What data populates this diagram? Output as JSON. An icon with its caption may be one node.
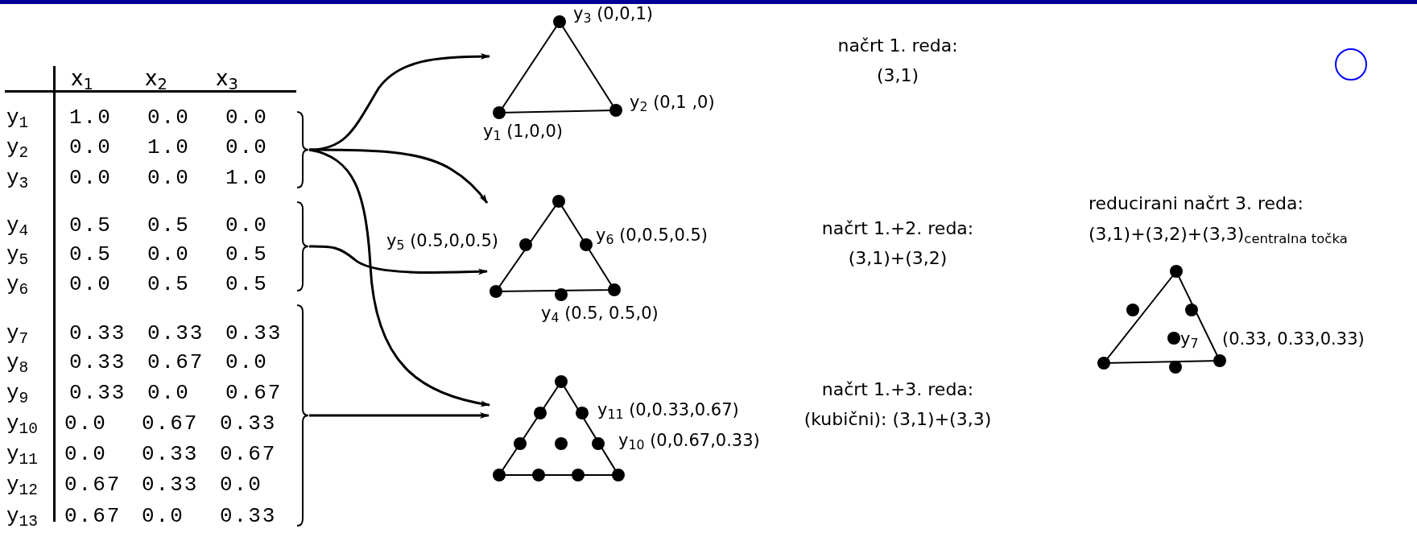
{
  "diagram": {
    "nodes": [
      {
        "text": [],
        "shape": "brace"
      },
      {
        "text": [],
        "shape": "brace"
      },
      {
        "text": [],
        "shape": "brace"
      },
      {
        "text": [],
        "shape": "triangle"
      },
      {
        "text": [],
        "shape": "triangle"
      },
      {
        "text": [],
        "shape": "triangle"
      },
      {
        "text": [],
        "shape": "triangle"
      }
    ],
    "edges": [
      {
        "from": 0,
        "to": 3,
        "arrow": "to"
      },
      {
        "from": 0,
        "to": 4,
        "arrow": "to"
      },
      {
        "from": 0,
        "to": 5,
        "arrow": "to"
      },
      {
        "from": 1,
        "to": 4,
        "arrow": "to"
      },
      {
        "from": 2,
        "to": 5,
        "arrow": "to"
      }
    ],
    "labels": [
      "x$_{1}$",
      "x$_{2}$",
      "x$_{3}$",
      "y$_{1}$",
      "1.0",
      "0.0",
      "0.0",
      "y$_{2}$",
      "0.0",
      "1.0",
      "0.0",
      "y$_{3}$",
      "0.0",
      "0.0",
      "1.0",
      "y$_{4}$",
      "0.5",
      "0.5",
      "0.0",
      "y$_{5}$",
      "0.5",
      "0.0",
      "0.5",
      "y$_{6}$",
      "0.0",
      "0.5",
      "0.5",
      "y$_{7}$",
      "0.33",
      "0.33",
      "0.33",
      "y$_{8}$",
      "0.33",
      "0.67",
      "0.0",
      "y$_{9}$",
      "0.33",
      "0.0",
      "0.67",
      "y$_{10}$",
      "0.0",
      "0.67",
      "0.33",
      "y$_{11}$",
      "0.0",
      "0.33",
      "0.67",
      "y$_{12}$",
      "0.67",
      "0.33",
      "0.0",
      "y$_{13}$",
      "0.67",
      "0.0",
      "0.33",
      "y$_{3}$ (0,0,1)",
      "y$_{2}$ (0,1 ,0)",
      "y$_{1}$ (1,0,0)",
      "načrt 1. reda: (3,1)",
      "y$_{5}$ (0.5,0,0.5)",
      "y$_{6}$ (0,0.5,0.5)",
      "y$_{4}$ (0.5, 0.5,0)",
      "načrt 1.+2. reda: (3,1)+(3,2)",
      "reducirani načrt 3. reda:",
      "(3,1)+(3,2)+(3,3)$_{centralna točka}$",
      "y$_{11}$ (0,0.33,0.67)",
      "y$_{10}$ (0,0.67,0.33)",
      "načrt 1.+3. reda: (kubični): (3,1)+(3,3)",
      "y$_{7}$",
      "(0.33, 0.33,0.33)"
    ]
  }
}
